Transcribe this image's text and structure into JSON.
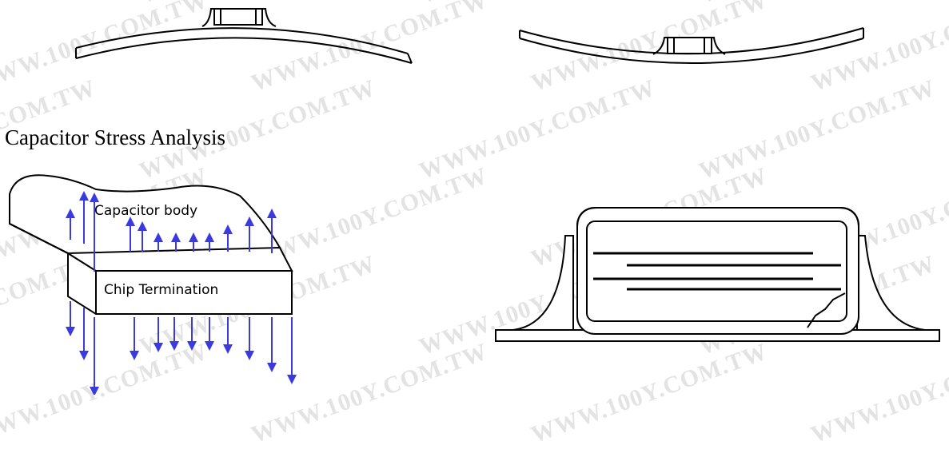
{
  "heading": "Capacitor Stress Analysis",
  "watermark_text": "WWW.100Y.COM.TW",
  "labels": {
    "capacitor_body": "Capacitor body",
    "chip_termination": "Chip Termination"
  },
  "colors": {
    "line": "#000000",
    "arrow": "#3a3adf",
    "watermark": "#e3e3e3"
  }
}
